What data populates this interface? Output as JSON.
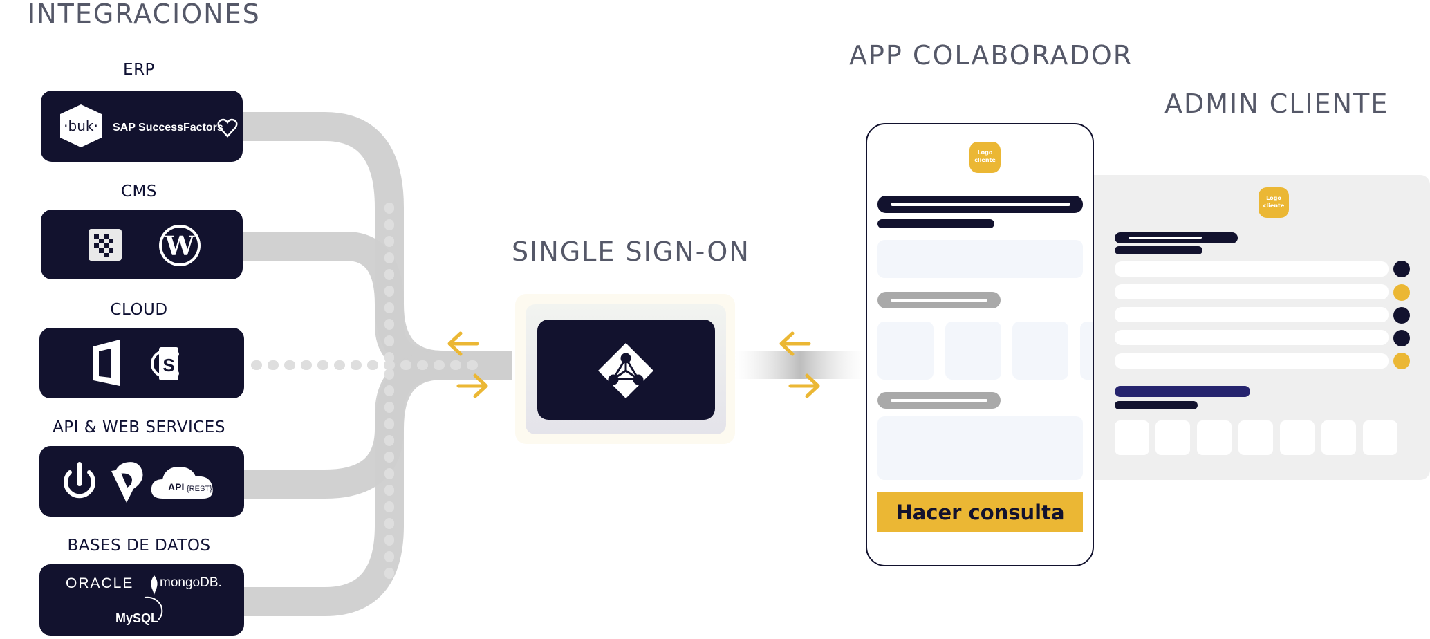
{
  "titles": {
    "integraciones": "INTEGRACIONES",
    "sso": "SINGLE SIGN-ON",
    "app_colaborador": "APP COLABORADOR",
    "admin_cliente": "ADMIN CLIENTE"
  },
  "categories": {
    "erp": "ERP",
    "cms": "CMS",
    "cloud": "CLOUD",
    "api": "API & WEB SERVICES",
    "db": "BASES DE DATOS"
  },
  "logos": {
    "buk": "·buk·",
    "sap": "SAP SuccessFactors",
    "api_rest": "API",
    "api_rest_sub": "{REST}",
    "oracle": "ORACLE",
    "mongodb": "mongoDB.",
    "mysql": "MySQL"
  },
  "phone": {
    "logo_badge": "Logo cliente",
    "cta": "Hacer consulta"
  },
  "admin": {
    "logo_badge": "Logo cliente"
  },
  "colors": {
    "navy": "#12122e",
    "accent_yellow": "#ebb734",
    "wire_grey": "#cfcfcf",
    "title_grey": "#555868",
    "admin_bg": "#efefef"
  },
  "icons": [
    "buk-logo-icon",
    "heart-icon",
    "grid-cms-icon",
    "wordpress-icon",
    "office-icon",
    "sharepoint-icon",
    "power-icon",
    "route-v-icon",
    "api-cloud-icon",
    "oracle-logo",
    "mongodb-leaf-icon",
    "mysql-dolphin-icon",
    "azure-ad-icon",
    "arrow-left-icon",
    "arrow-right-icon"
  ],
  "admin_row_dots": [
    "#12122e",
    "#ebb734",
    "#12122e",
    "#12122e",
    "#ebb734"
  ]
}
